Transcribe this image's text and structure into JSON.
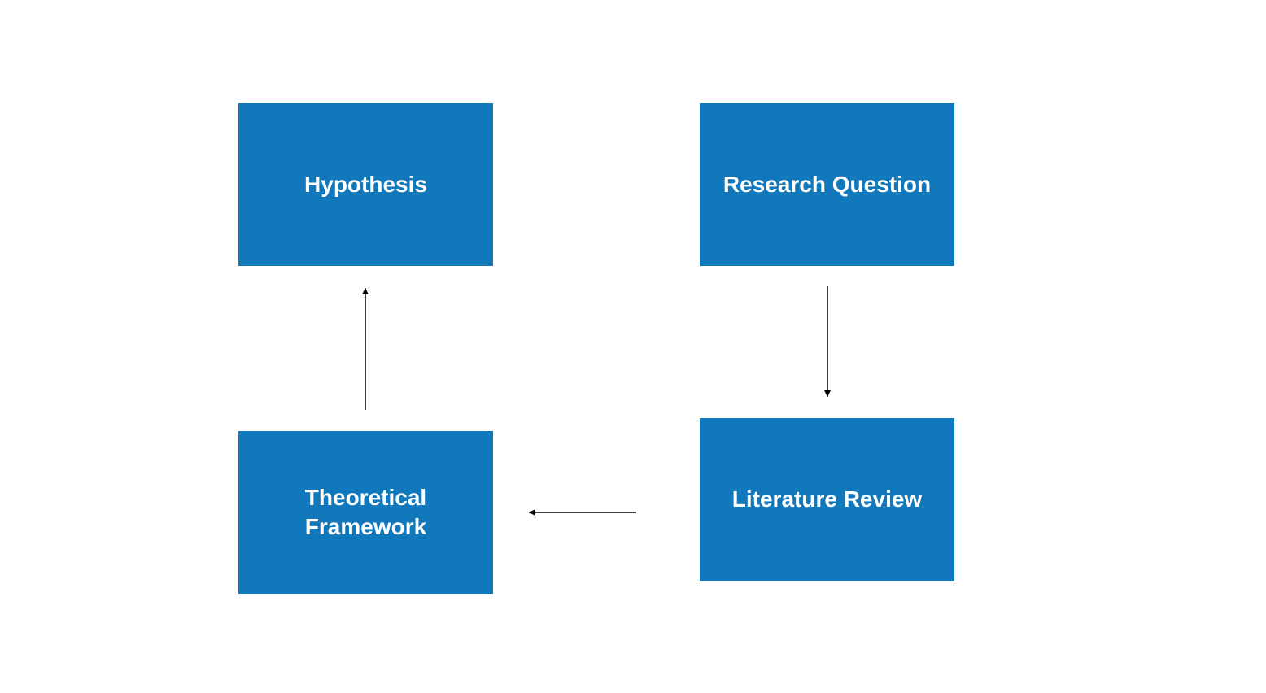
{
  "diagram": {
    "nodes": [
      {
        "id": "hypothesis",
        "label": "Hypothesis"
      },
      {
        "id": "research_question",
        "label": "Research Question"
      },
      {
        "id": "theoretical_framework",
        "label": "Theoretical\nFramework"
      },
      {
        "id": "literature_review",
        "label": "Literature Review"
      }
    ],
    "edges": [
      {
        "from": "research_question",
        "to": "literature_review"
      },
      {
        "from": "literature_review",
        "to": "theoretical_framework"
      },
      {
        "from": "theoretical_framework",
        "to": "hypothesis"
      }
    ],
    "colors": {
      "node_fill": "#1278bc",
      "node_text": "#ffffff",
      "edge": "#000000",
      "background": "#ffffff"
    }
  }
}
